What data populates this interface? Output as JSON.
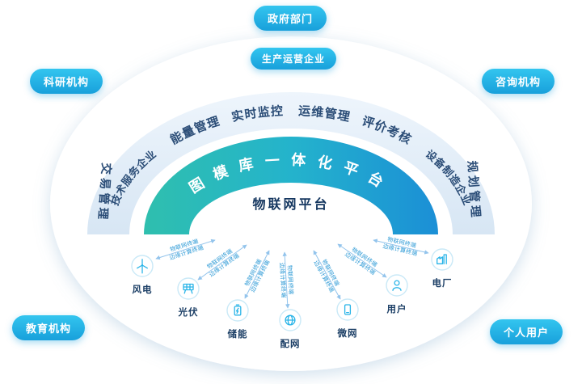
{
  "stakeholders": {
    "government": "政府部门",
    "research": "科研机构",
    "consulting": "咨询机构",
    "production": "生产运营企业",
    "education": "教育机构",
    "personal": "个人用户"
  },
  "platform": {
    "center_title": "物联网平台",
    "arc_title": "图模库一体化平台",
    "ring_functions": [
      "能量管理",
      "实时监控",
      "运维管理",
      "评价考核"
    ],
    "service_left": "技术服务企业",
    "service_right": "设备制造企业",
    "manage_left": "交易管理",
    "manage_right": "规划管理"
  },
  "terminals": {
    "line1": "物联网终端",
    "line2": "边缘计算终端"
  },
  "nodes": [
    {
      "label": "风电",
      "icon": "wind-turbine"
    },
    {
      "label": "光伏",
      "icon": "solar-panel"
    },
    {
      "label": "储能",
      "icon": "battery"
    },
    {
      "label": "配网",
      "icon": "globe"
    },
    {
      "label": "微网",
      "icon": "smartphone"
    },
    {
      "label": "用户",
      "icon": "user"
    },
    {
      "label": "电厂",
      "icon": "factory"
    }
  ],
  "colors": {
    "pill_gradient_top": "#33c5ef",
    "pill_gradient_bottom": "#18a0db",
    "arc_teal": "#2fbfae",
    "arc_blue": "#1b8fd6",
    "ring_band": "#dde9f6",
    "accent_cyan": "#29b4e8",
    "text_navy": "#2b4d77"
  }
}
